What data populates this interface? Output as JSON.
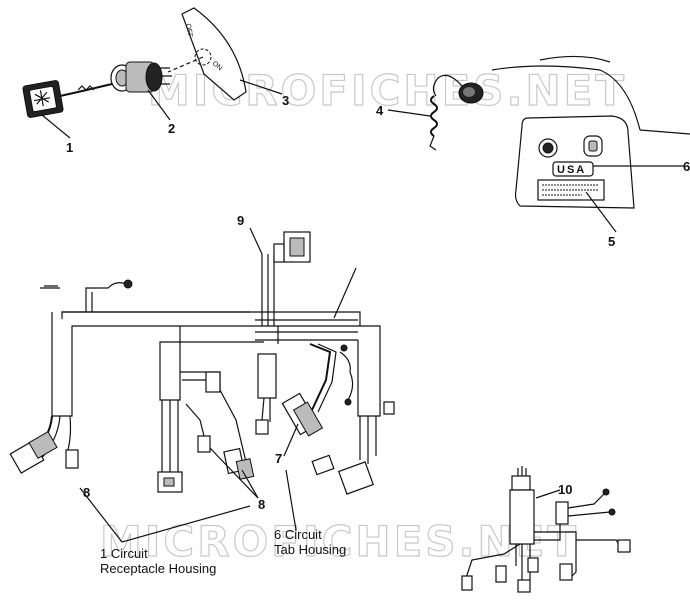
{
  "watermark": {
    "top": "MICROFICHES.NET",
    "bottom": "MICROFICHES.NET"
  },
  "callouts": {
    "c1": "1",
    "c2": "2",
    "c3": "3",
    "c4": "4",
    "c5": "5",
    "c6": "6",
    "c7": "7",
    "c8a": "8",
    "c8b": "8",
    "c9": "9",
    "c10": "10"
  },
  "switch_plate": {
    "off": "OFF",
    "on": "ON"
  },
  "decal": {
    "usa": "USA"
  },
  "captions": {
    "receptacle_line1": "1 Circuit",
    "receptacle_line2": "Receptacle Housing",
    "tab_line1": "6 Circuit",
    "tab_line2": "Tab Housing"
  }
}
